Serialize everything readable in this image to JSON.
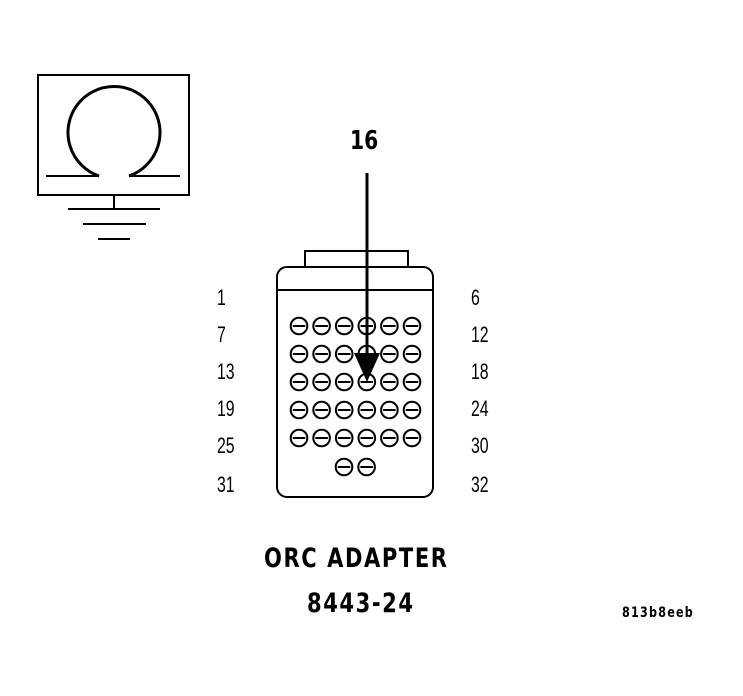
{
  "ohmmeter_symbol": {
    "icon": "ohmmeter-omega-ground-icon"
  },
  "probe_pin_label": "16",
  "connector": {
    "left_pin_labels": [
      "1",
      "7",
      "13",
      "19",
      "25",
      "31"
    ],
    "right_pin_labels": [
      "6",
      "12",
      "18",
      "24",
      "30",
      "32"
    ],
    "rows": [
      6,
      6,
      6,
      6,
      6,
      2
    ],
    "probed_pin": 16
  },
  "adapter_name": "ORC ADAPTER",
  "adapter_part_number": "8443-24",
  "figure_code": "813b8eeb"
}
